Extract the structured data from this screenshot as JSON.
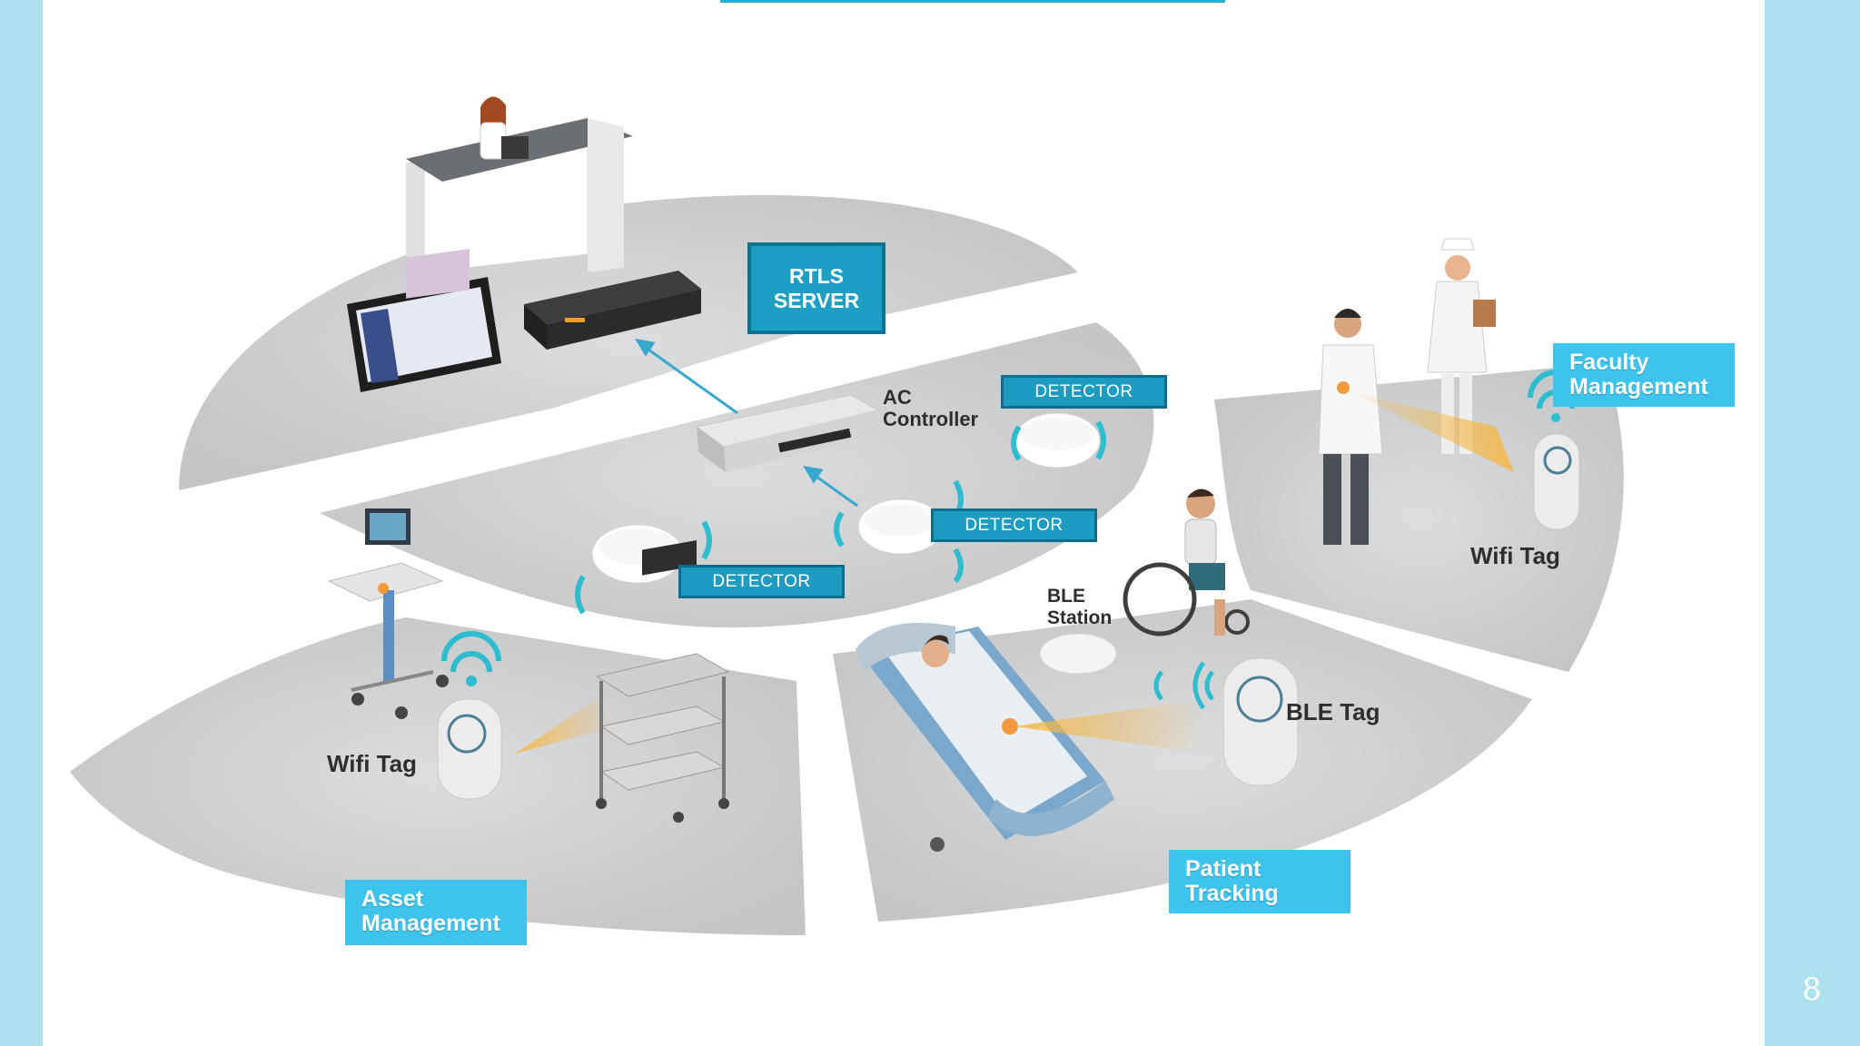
{
  "labels": {
    "rtls_server": "RTLS\nSERVER",
    "ac_controller": "AC\nController",
    "detector_1": "DETECTOR",
    "detector_2": "DETECTOR",
    "detector_3": "DETECTOR",
    "ble_station": "BLE\nStation",
    "wifi_tag_right": "Wifi Tag",
    "ble_tag": "BLE Tag",
    "wifi_tag_left": "Wifi Tag"
  },
  "categories": {
    "faculty": "Faculty\nManagement",
    "patient": "Patient\nTracking",
    "asset": "Asset\nManagement"
  },
  "page_number": "8",
  "colors": {
    "background": "#ade1ee",
    "slide": "#ffffff",
    "accent": "#2aaed0",
    "box_fill": "#1c9fc2",
    "box_border": "#0d7393",
    "category_fill": "#3ec4ec",
    "floor": "#d2d3d5"
  }
}
